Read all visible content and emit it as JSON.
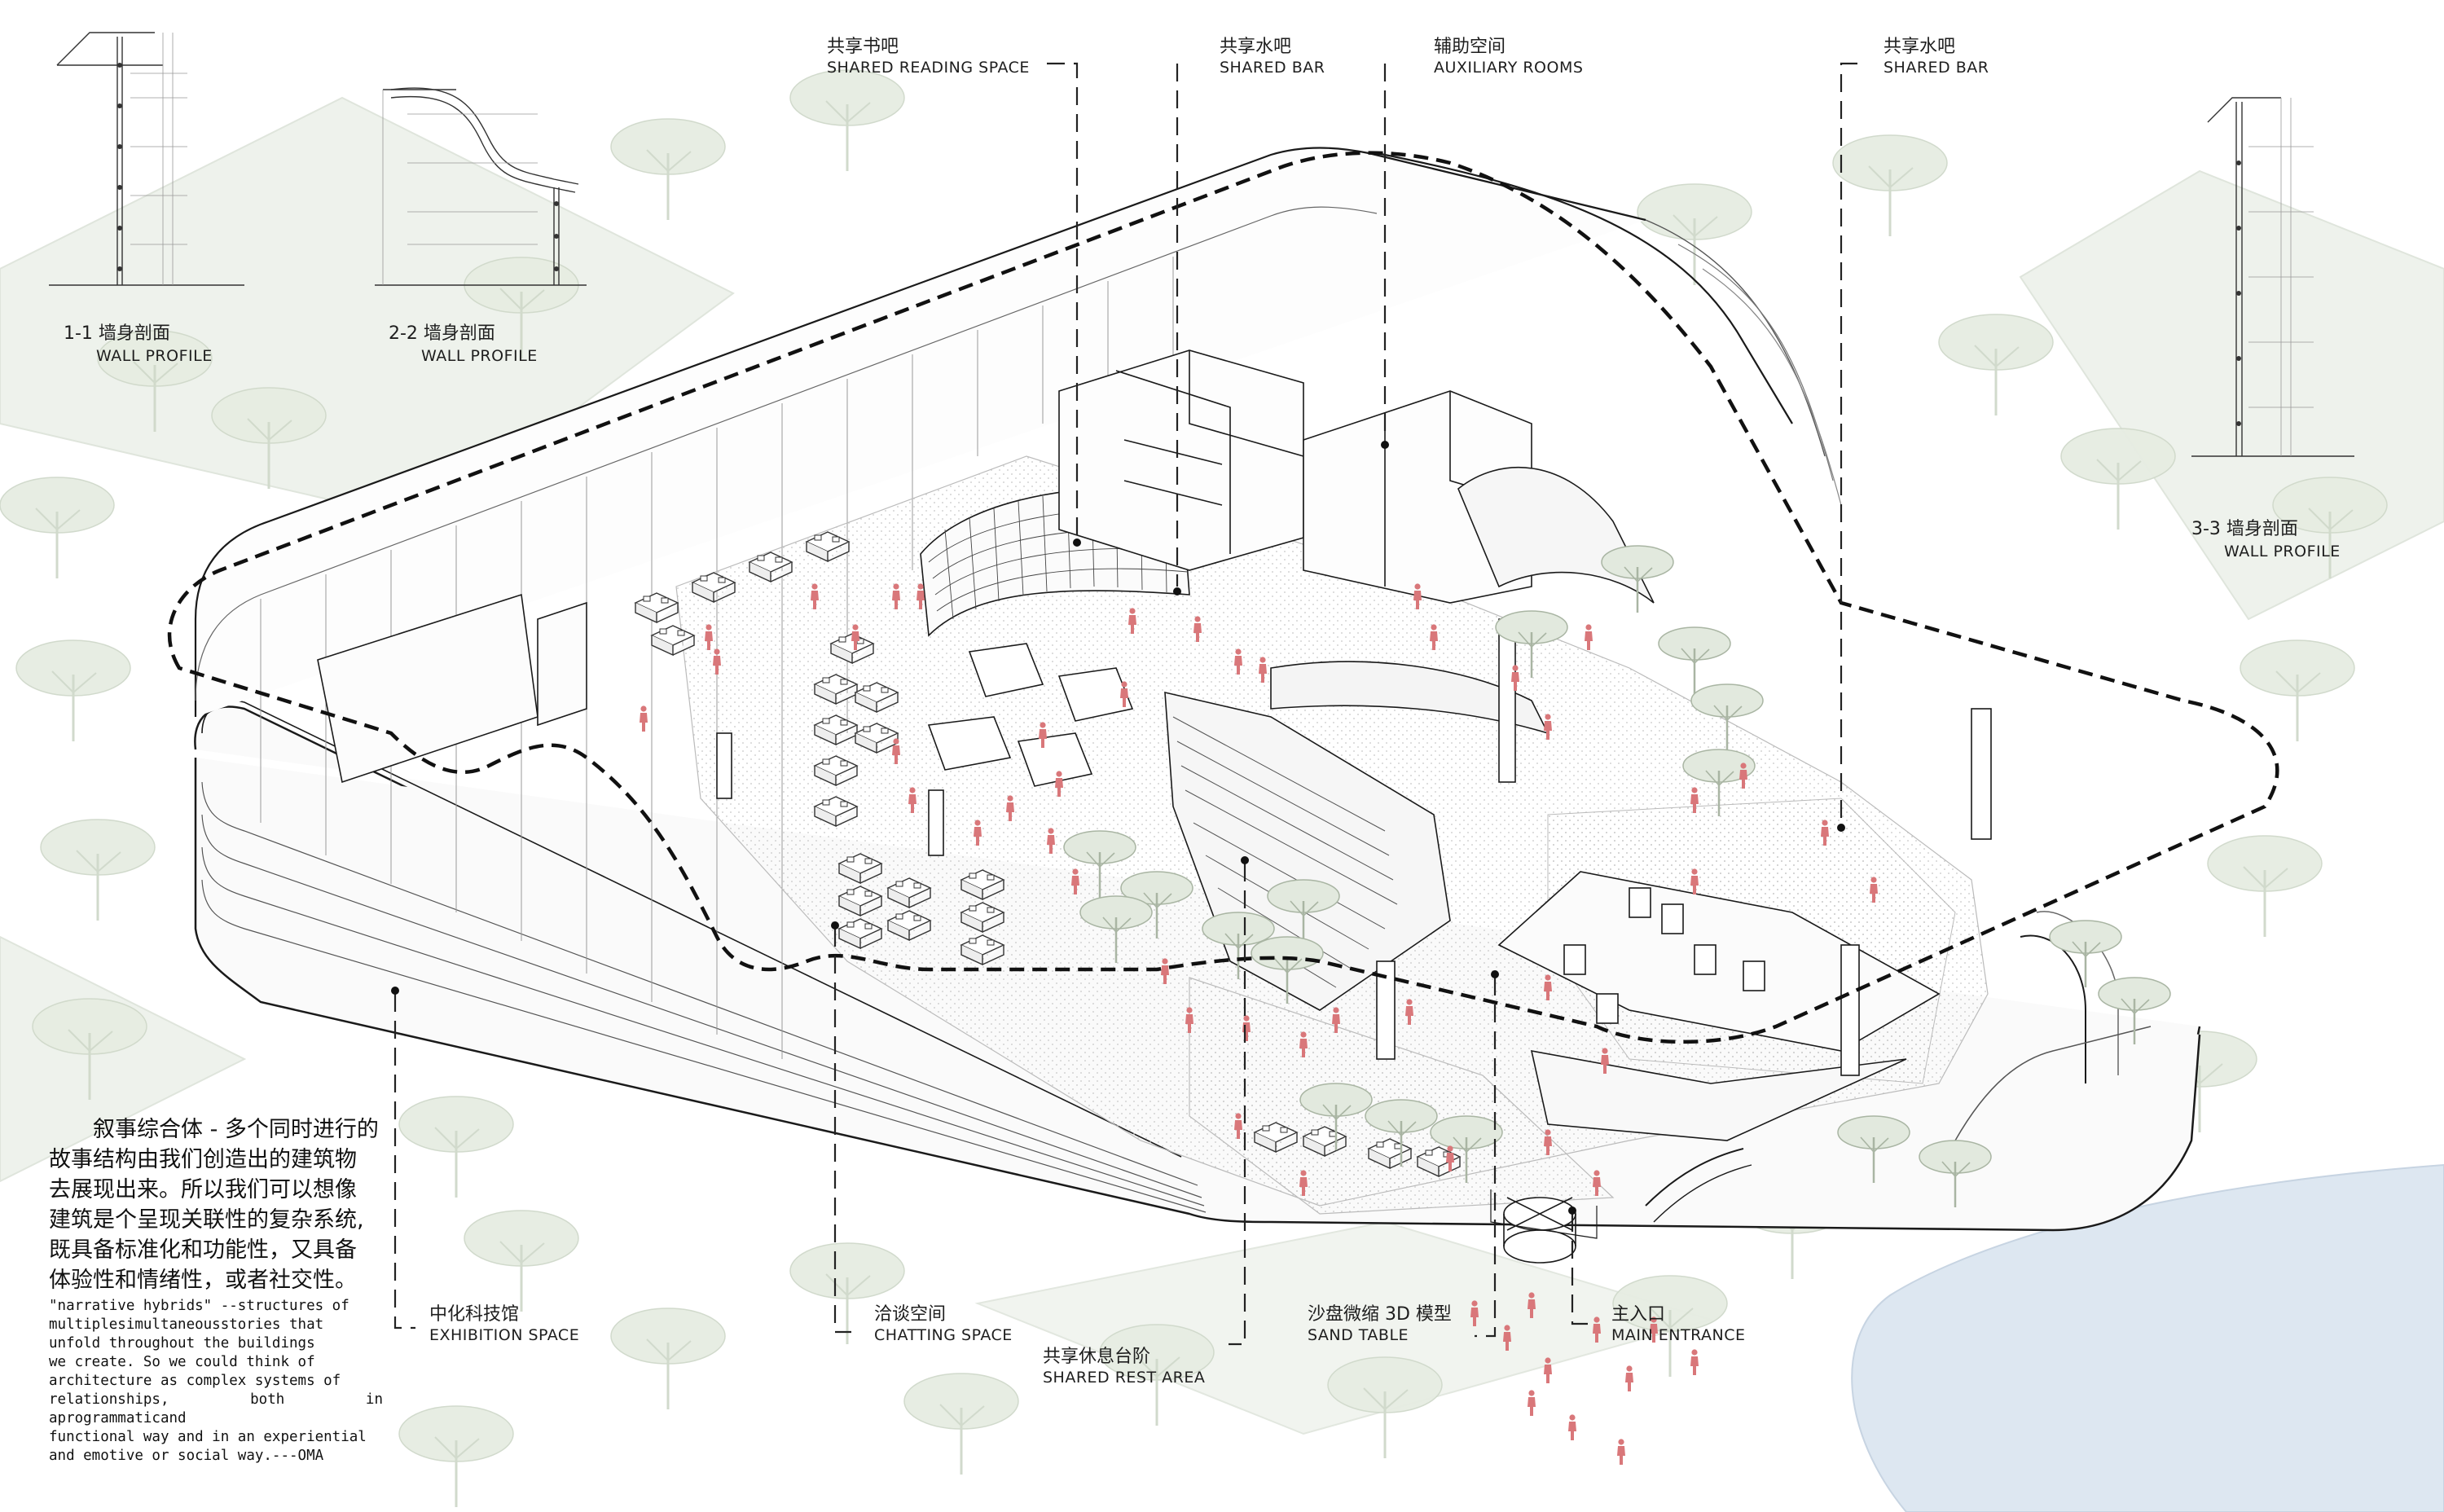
{
  "labels": {
    "shared_reading": {
      "zh": "共享书吧",
      "en": "SHARED READING SPACE"
    },
    "shared_bar_1": {
      "zh": "共享水吧",
      "en": "SHARED BAR"
    },
    "auxiliary": {
      "zh": "辅助空间",
      "en": "AUXILIARY ROOMS"
    },
    "shared_bar_2": {
      "zh": "共享水吧",
      "en": "SHARED BAR"
    },
    "exhibition": {
      "zh": "中化科技馆",
      "en": "EXHIBITION SPACE"
    },
    "chatting": {
      "zh": "洽谈空间",
      "en": "CHATTING SPACE"
    },
    "rest_area": {
      "zh": "共享休息台阶",
      "en": "SHARED REST AREA"
    },
    "sand_table": {
      "zh": "沙盘微缩 3D 模型",
      "en": "SAND TABLE"
    },
    "main_entrance": {
      "zh": "主入口",
      "en": "MAIN ENTRANCE"
    }
  },
  "profiles": {
    "p1": {
      "zh": "1-1 墙身剖面",
      "en": "WALL PROFILE"
    },
    "p2": {
      "zh": "2-2 墙身剖面",
      "en": "WALL PROFILE"
    },
    "p3": {
      "zh": "3-3 墙身剖面",
      "en": "WALL PROFILE"
    }
  },
  "quote": {
    "zh_lines": [
      "叙事综合体 - 多个同时进行的",
      "故事结构由我们创造出的建筑物",
      "去展现出来。所以我们可以想像",
      "建筑是个呈现关联性的复杂系统,",
      "既具备标准化和功能性，又具备",
      "体验性和情绪性，或者社交性。"
    ],
    "en_lines": [
      "\"narrative hybrids\" --structures of",
      "multiplesimultaneousstories that",
      "unfold throughout the buildings",
      "we create. So we could think of",
      "architecture as complex systems of",
      "relationships, both in aprogrammaticand",
      "functional way and in an experiential",
      "and emotive or social way.---OMA"
    ]
  },
  "colors": {
    "line": "#1a1a1a",
    "soft_line": "#bdbdbd",
    "tree_fill": "#e3eadf",
    "tree_stroke": "#c9d3c4",
    "ground": "#eef2ec",
    "floor": "#f4f4f4",
    "people": "#d9777a",
    "water": "#dde7f1"
  },
  "icons": {
    "person": "person-icon",
    "tree": "tree-icon"
  }
}
